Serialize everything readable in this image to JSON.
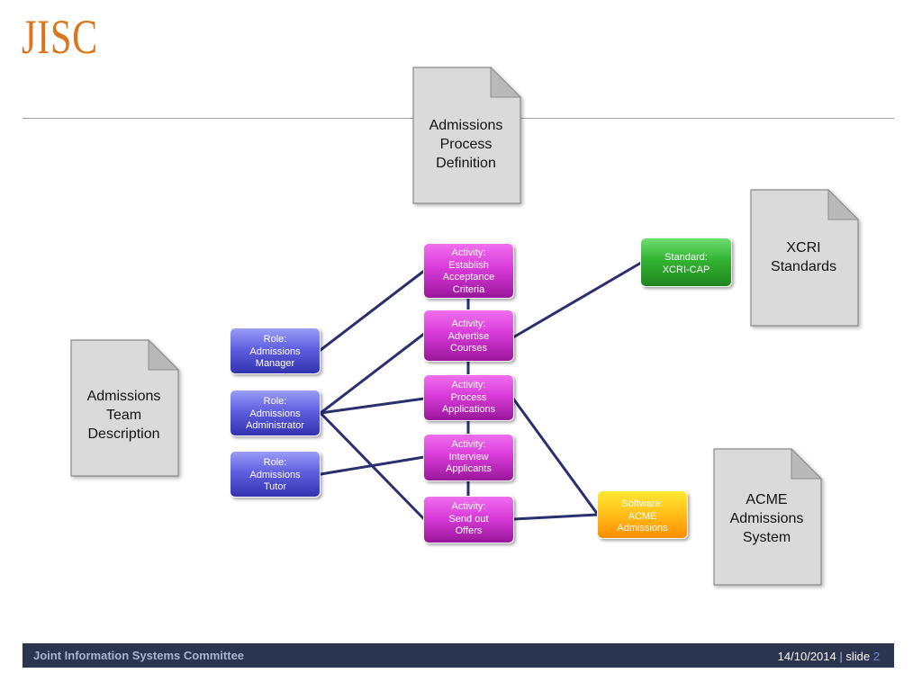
{
  "logo": "JISC",
  "documents": {
    "process": "Admissions\nProcess\nDefinition",
    "xcri": "XCRI\nStandards",
    "team": "Admissions\nTeam\nDescription",
    "acme": "ACME\nAdmissions\nSystem"
  },
  "activities": [
    "Activity:\nEstablish\nAcceptance\nCriteria",
    "Activity:\nAdvertise\nCourses",
    "Activity:\nProcess\nApplications",
    "Activity:\nInterview\nApplicants",
    "Activity:\nSend out\nOffers"
  ],
  "roles": [
    "Role:\nAdmissions\nManager",
    "Role:\nAdmissions\nAdministrator",
    "Role:\nAdmissions\nTutor"
  ],
  "standard": "Standard:\nXCRI-CAP",
  "software": "Software:\nACME\nAdmissions",
  "colors": {
    "activity": "#d93bd9",
    "role": "#5f60e0",
    "standard": "#33b333",
    "software": "#ffc21a",
    "connector": "#2a2f6e",
    "logo": "#d9761e",
    "footer": "#2b3550"
  },
  "footer": {
    "organisation": "Joint Information Systems Committee",
    "date": "14/10/2014",
    "separator": "|",
    "slide_label": "slide",
    "slide_number": "2"
  }
}
